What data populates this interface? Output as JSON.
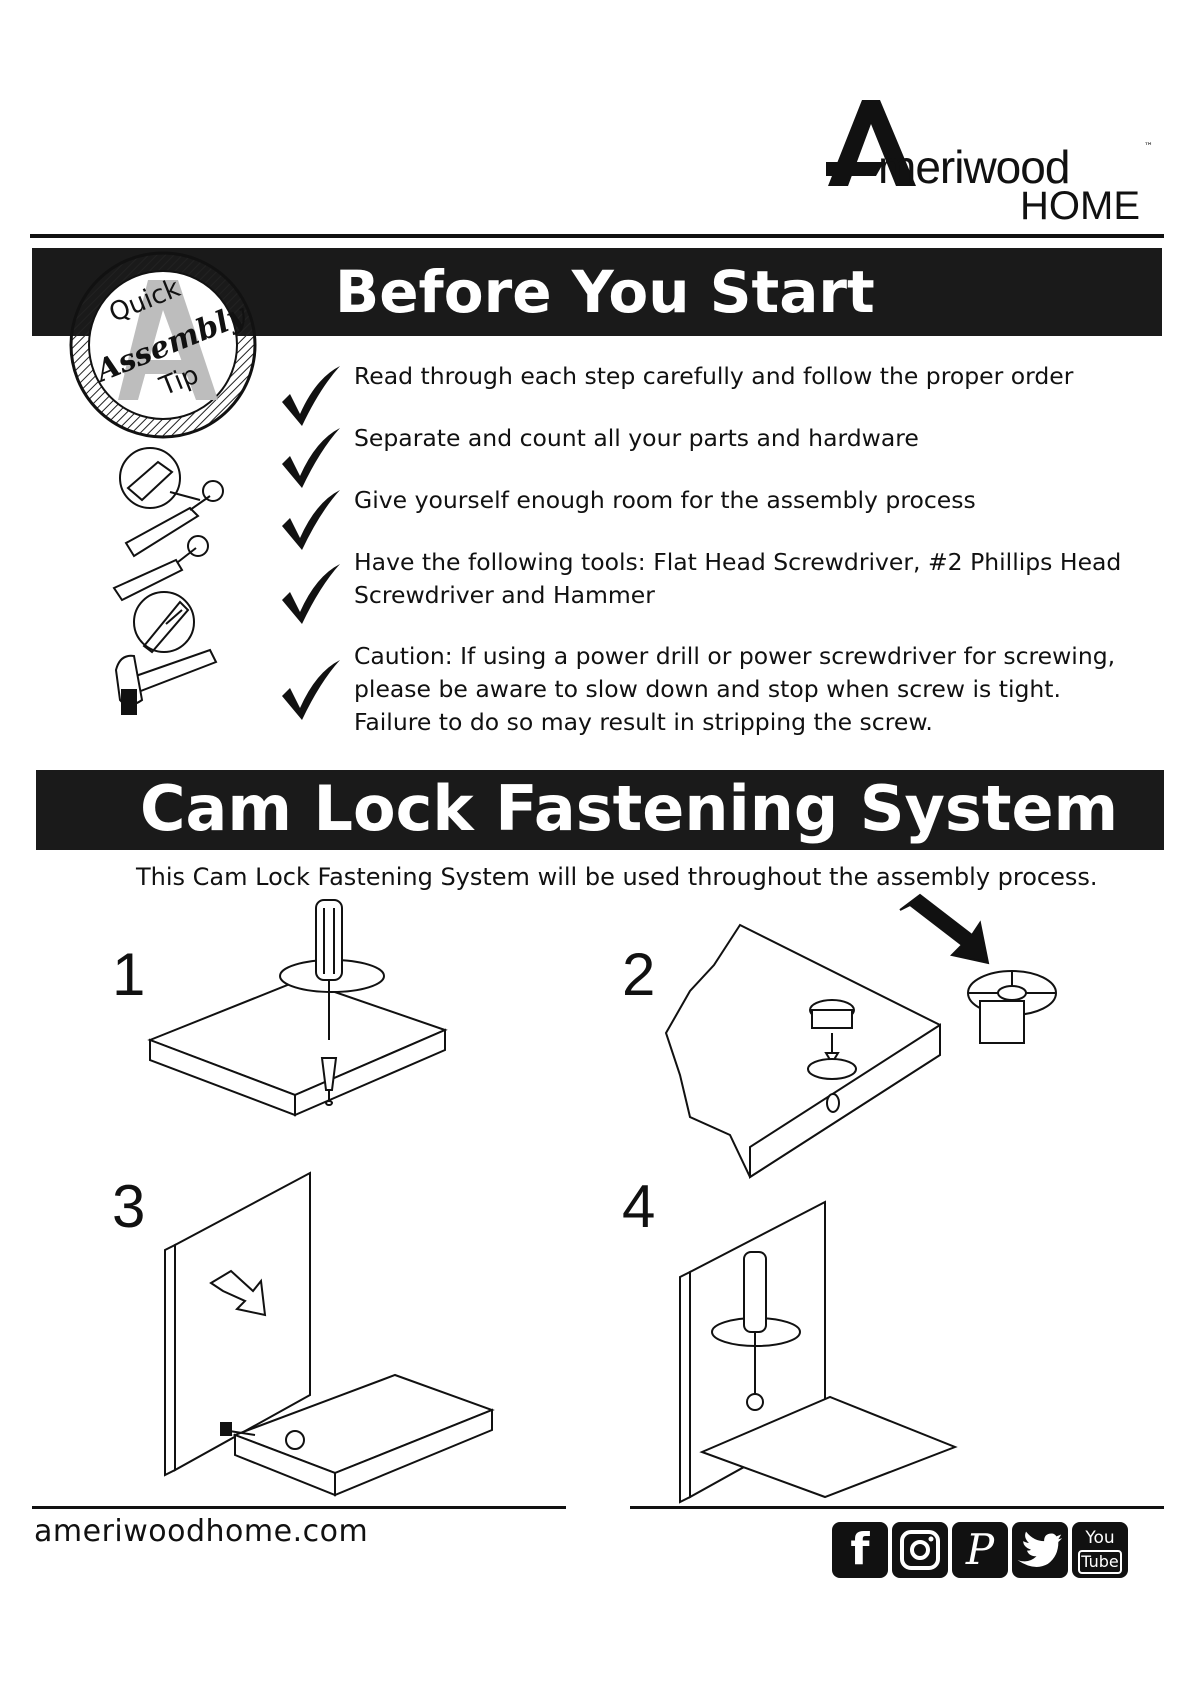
{
  "brand": {
    "name": "meriwood",
    "trademark": "™",
    "sub": "HOME"
  },
  "badge": {
    "line1": "Quick",
    "line2": "Assembly",
    "line3": "Tip"
  },
  "before_you_start": {
    "title": "Before You Start",
    "tips": [
      {
        "lines": [
          "Read through each step carefully and follow the proper order"
        ]
      },
      {
        "lines": [
          "Separate and count all your parts and hardware"
        ]
      },
      {
        "lines": [
          "Give yourself enough room for the assembly process"
        ]
      },
      {
        "lines": [
          "Have the following tools: Flat Head Screwdriver, #2 Phillips Head",
          "Screwdriver and Hammer"
        ]
      },
      {
        "lines": [
          "Caution: If using a power drill or power screwdriver for screwing,",
          "please be aware to slow down and stop when screw is tight.",
          "Failure to do so may result in stripping the screw."
        ]
      }
    ]
  },
  "cam_lock": {
    "title": "Cam Lock Fastening System",
    "subtitle": "This Cam Lock Fastening System will be used throughout the assembly process.",
    "steps": [
      "1",
      "2",
      "3",
      "4"
    ]
  },
  "footer": {
    "website": "ameriwoodhome.com",
    "social": [
      {
        "icon": "facebook-icon",
        "label": "f"
      },
      {
        "icon": "instagram-icon",
        "label": ""
      },
      {
        "icon": "pinterest-icon",
        "label": "P"
      },
      {
        "icon": "twitter-icon",
        "label": ""
      },
      {
        "icon": "youtube-icon",
        "label_top": "You",
        "label_bottom": "Tube"
      }
    ]
  },
  "colors": {
    "banner": "#1a1a1a",
    "text": "#111111",
    "background": "#ffffff"
  }
}
